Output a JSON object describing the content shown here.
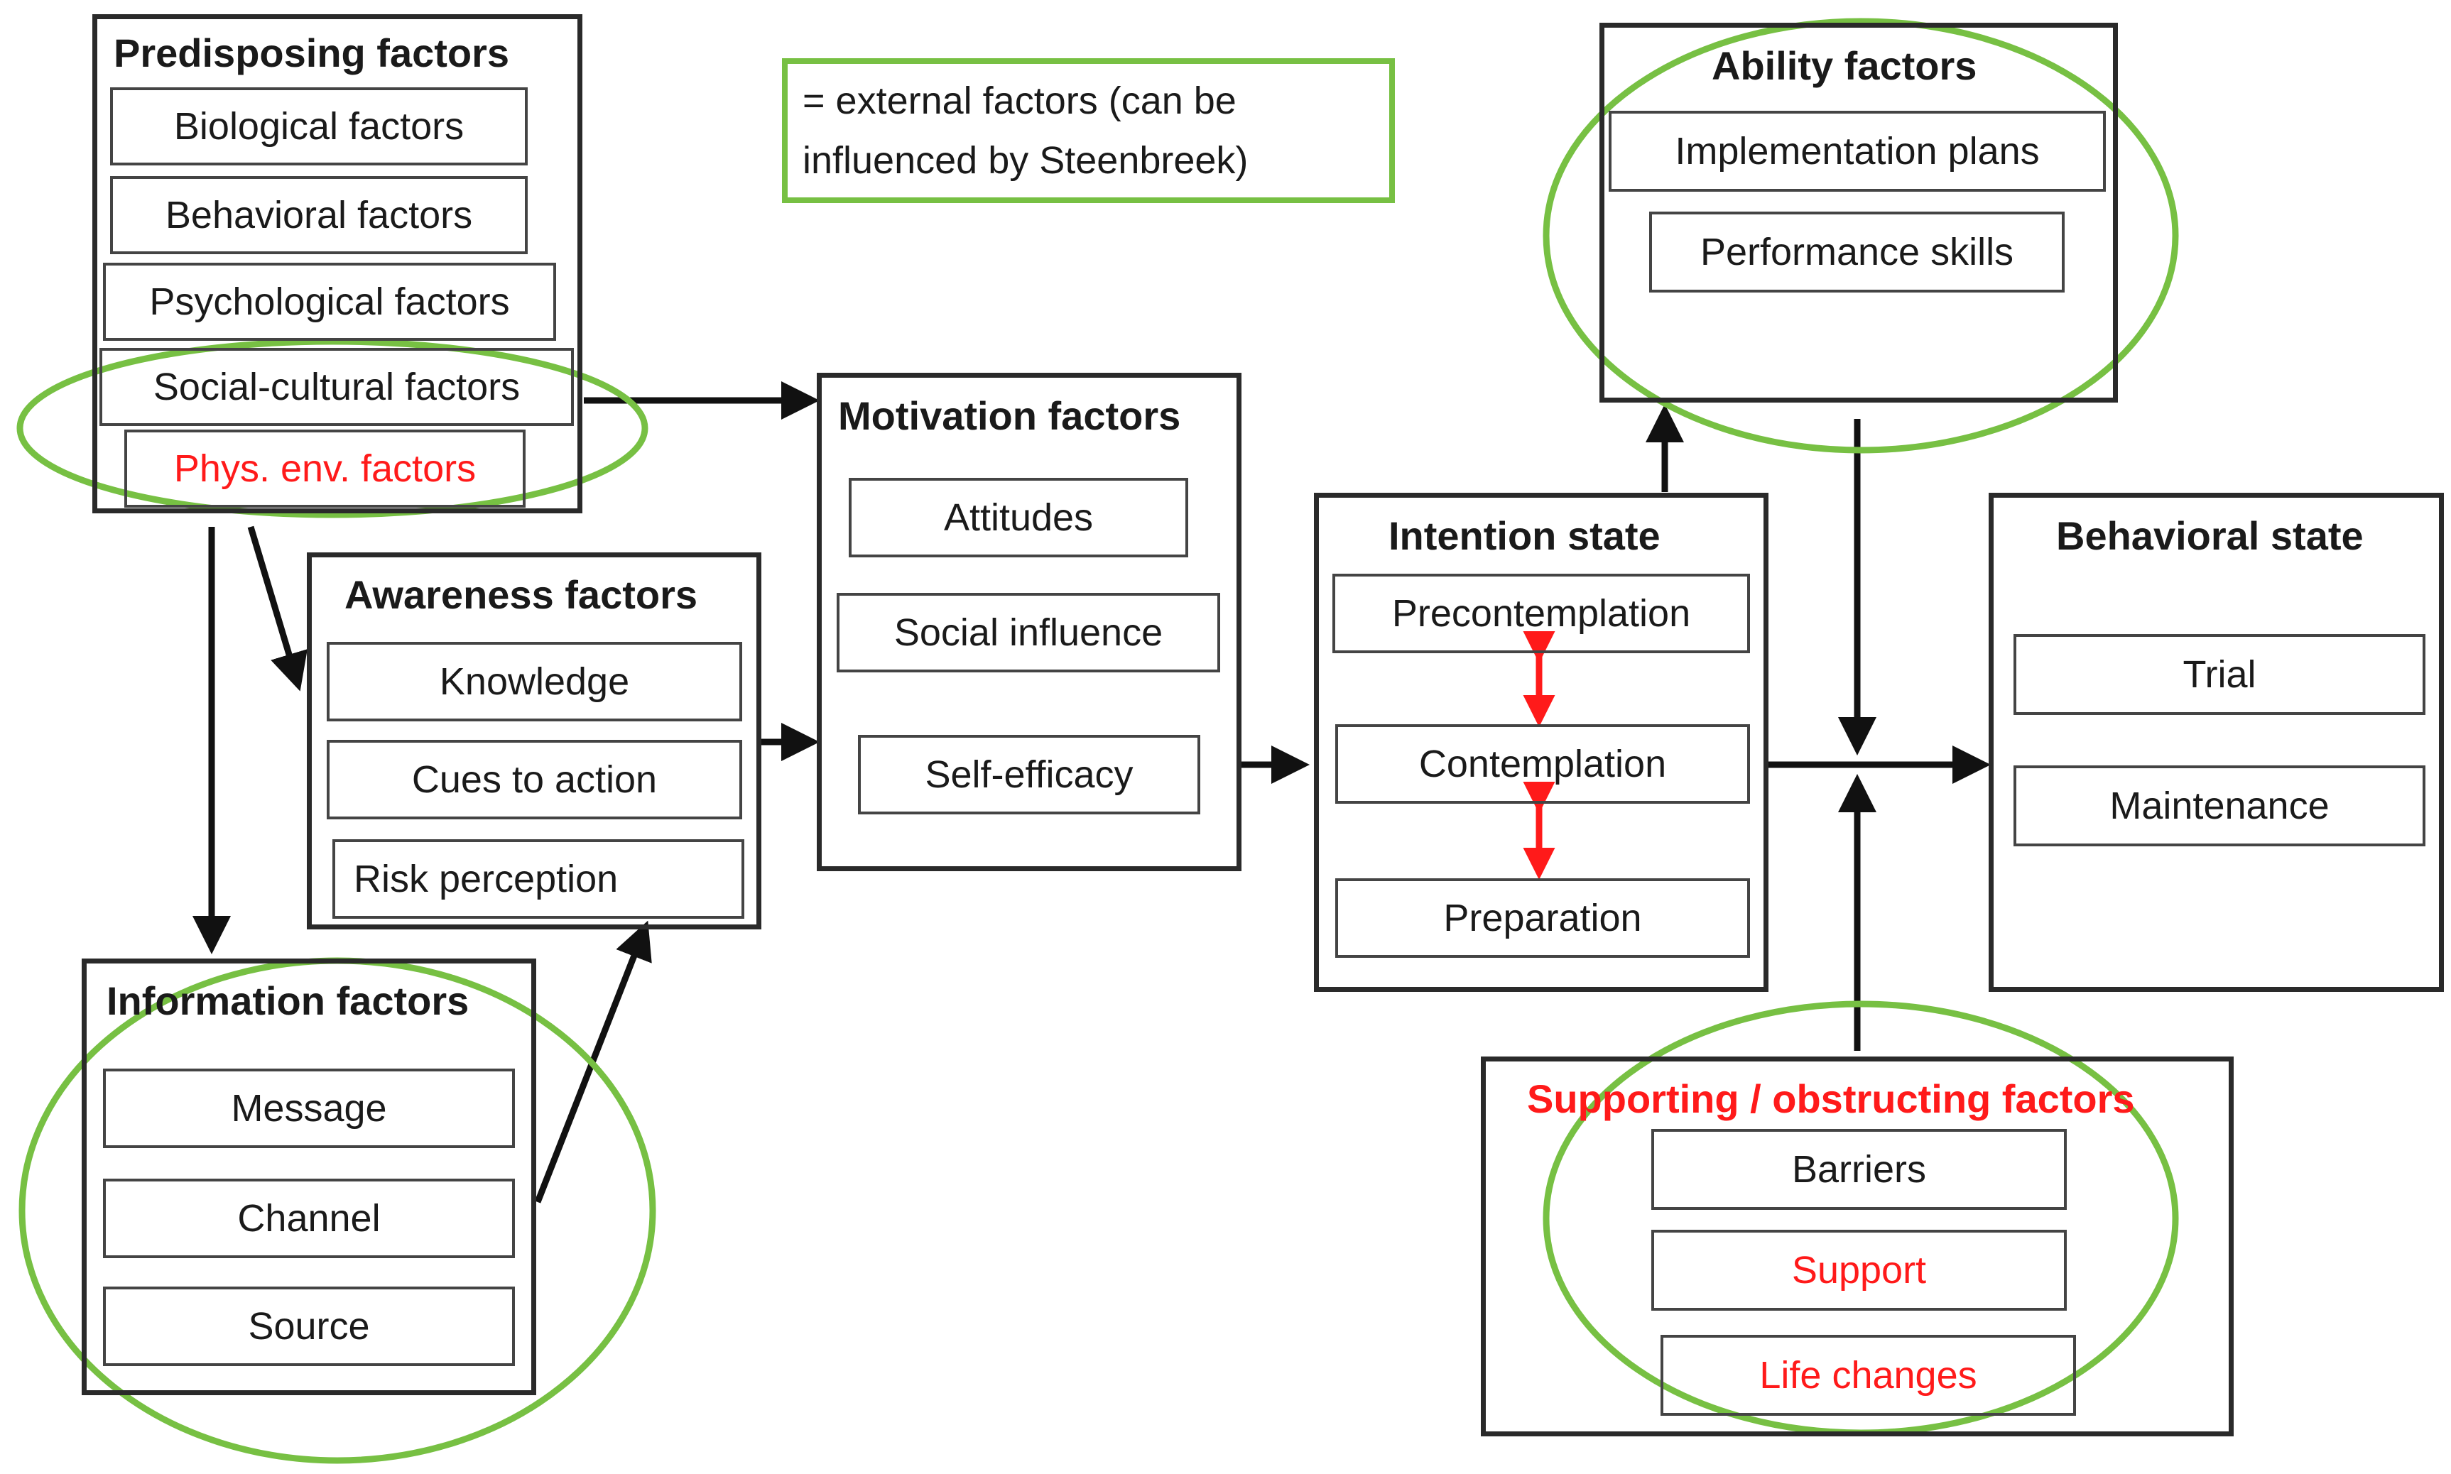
{
  "legend": {
    "line1": "= external factors (can be",
    "line2": "influenced by Steenbreek)",
    "color": "#77c043"
  },
  "predisposing": {
    "title": "Predisposing factors",
    "items": [
      "Biological factors",
      "Behavioral factors",
      "Psychological factors",
      "Social-cultural factors",
      "Phys. env. factors"
    ]
  },
  "awareness": {
    "title": "Awareness factors",
    "items": [
      "Knowledge",
      "Cues to action",
      "Risk perception"
    ]
  },
  "information": {
    "title": "Information factors",
    "items": [
      "Message",
      "Channel",
      "Source"
    ]
  },
  "motivation": {
    "title": "Motivation factors",
    "items": [
      "Attitudes",
      "Social influence",
      "Self-efficacy"
    ]
  },
  "intention": {
    "title": "Intention state",
    "items": [
      "Precontemplation",
      "Contemplation",
      "Preparation"
    ]
  },
  "ability": {
    "title": "Ability factors",
    "items": [
      "Implementation plans",
      "Performance skills"
    ]
  },
  "behavioral": {
    "title": "Behavioral state",
    "items": [
      "Trial",
      "Maintenance"
    ]
  },
  "supporting": {
    "title": "Supporting / obstructing factors",
    "items": [
      "Barriers",
      "Support",
      "Life changes"
    ]
  },
  "colors": {
    "external_ellipse": "#77c043",
    "highlight_text": "#ff1a1a",
    "transition_arrow": "#ff1a1a",
    "box_border": "#333333"
  }
}
